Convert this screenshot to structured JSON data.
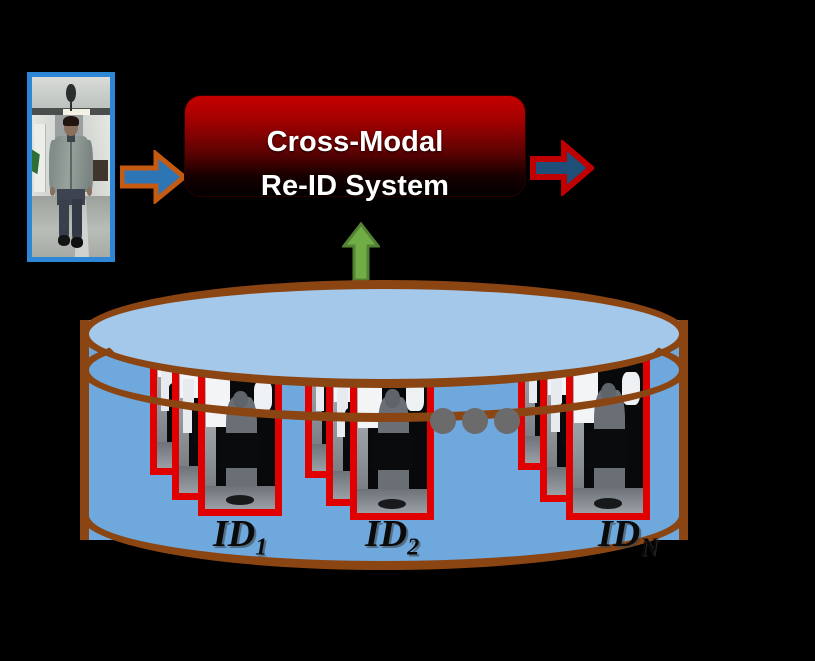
{
  "diagram": {
    "title": "Cross-Modal Re-ID System overview",
    "background_color": "#000000"
  },
  "query": {
    "name": "RGB query image",
    "caption": "",
    "border_color": "#2E86D6",
    "content_description": "person in gray jacket and dark jeans walking down indoor corridor"
  },
  "arrows": {
    "input": {
      "label": "",
      "fill": "#2E75B6",
      "stroke": "#C55A11",
      "direction": "right"
    },
    "output": {
      "label": "",
      "fill": "#1F4E79",
      "stroke": "#C00000",
      "direction": "right"
    },
    "gallery": {
      "label": "",
      "fill": "#70AD47",
      "stroke": "#548235",
      "direction": "up"
    }
  },
  "system": {
    "line1": "Cross-Modal",
    "line2": "Re-ID System",
    "fill_top": "#C60000",
    "fill_bottom": "#030000",
    "text_color": "#FFFFFF"
  },
  "database": {
    "name": "gallery database cylinder",
    "body_color": "#6FA8DC",
    "top_color": "#A4C8EA",
    "rim_color": "#8B4513",
    "ellipsis": "• • •",
    "identities": [
      {
        "label": "ID",
        "subscript": "1",
        "card_count": 3,
        "modality": "depth"
      },
      {
        "label": "ID",
        "subscript": "2",
        "card_count": 3,
        "modality": "depth"
      },
      {
        "label": "ID",
        "subscript": "N",
        "card_count": 3,
        "modality": "depth"
      }
    ],
    "card_border_color": "#E00000"
  }
}
